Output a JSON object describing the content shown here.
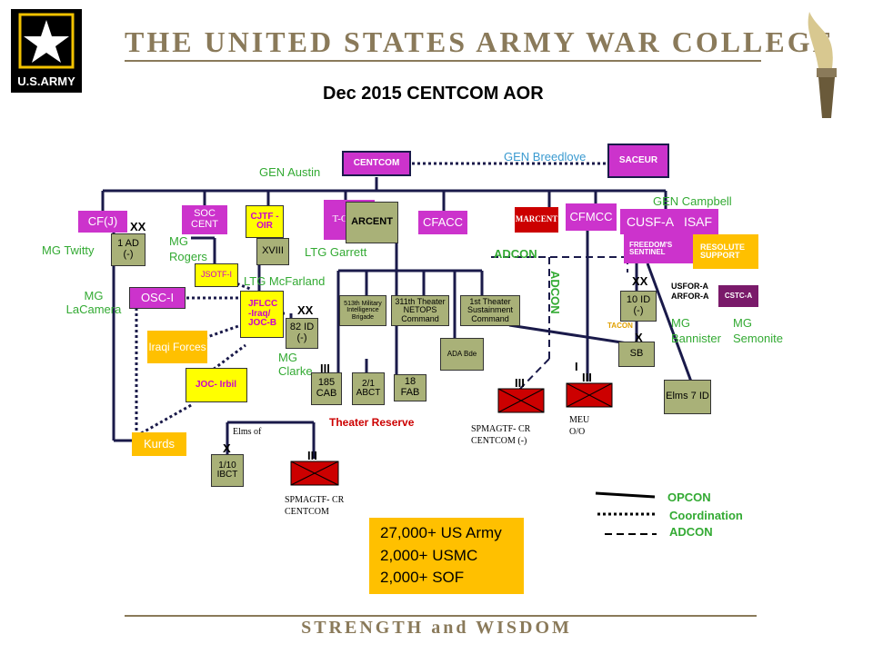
{
  "header": {
    "logo_text": "U.S.ARMY",
    "title": "THE UNITED STATES ARMY WAR COLLEGE",
    "footer": "STRENGTH and WISDOM"
  },
  "slide": {
    "title": "Dec 2015 CENTCOM AOR"
  },
  "units": {
    "centcom": "CENTCOM",
    "saceur": "SACEUR",
    "cfj": "CF(J)",
    "soccent": "SOC CENT",
    "cjtf": "CJTF -OIR",
    "tcflc": "T-CFLC",
    "arcent": "ARCENT",
    "cfacc": "CFACC",
    "marcent": "MARCENT",
    "cfmcc": "CFMCC",
    "cusfa": "CUSF-A",
    "isaf": "ISAF",
    "freedom": "FREEDOM'S SENTINEL",
    "resolute": "RESOLUTE SUPPORT",
    "ad1": "1 AD (-)",
    "xviii": "XVIII",
    "jsotf": "JSOTF-I",
    "osci": "OSC-I",
    "jflcc": "JFLCC -Iraq/ JOC-B",
    "id82": "82 ID (-)",
    "iraqi": "Iraqi Forces",
    "joc": "JOC- Irbil",
    "kurds": "Kurds",
    "mi513": "513th Military Intelligence Brigade",
    "netops": "311th Theater NETOPS Command",
    "sust": "1st Theater Sustainment Command",
    "ada": "ADA Bde",
    "cab": "185 CAB",
    "abct": "2/1 ABCT",
    "fab": "18 FAB",
    "id10": "10 ID (-)",
    "sb": "SB",
    "elms7": "Elms 7 ID",
    "ibct": "1/10 IBCT",
    "cstca": "CSTC-A"
  },
  "people": {
    "austin": "GEN Austin",
    "breedlove": "GEN Breedlove",
    "campbell": "GEN Campbell",
    "twitty": "MG Twitty",
    "rogers": "MG Rogers",
    "garrett": "LTG Garrett",
    "mcfarland": "LTG McFarland",
    "lacamera": "MG LaCamera",
    "clarke": "MG Clarke",
    "bannister": "MG Bannister",
    "semonite": "MG Semonite"
  },
  "echelons": {
    "xx": "XX",
    "x": "X",
    "iii": "III",
    "i": "I"
  },
  "annotations": {
    "adcon_h": "ADCON",
    "adcon_v": "ADCON",
    "tacon": "TACON",
    "usfor": "USFOR-A ARFOR-A",
    "theater_reserve": "Theater Reserve",
    "elms_of": "Elms of",
    "spmagtf1": "SPMAGTF- CR CENTCOM (-)",
    "spmagtf2": "SPMAGTF- CR CENTCOM",
    "meu": "MEU O/O"
  },
  "legend": {
    "opcon": "OPCON",
    "coordination": "Coordination",
    "adcon": "ADCON"
  },
  "summary": [
    "27,000+ US Army",
    "2,000+ USMC",
    "2,000+ SOF"
  ],
  "colors": {
    "magenta": "#cc33cc",
    "olive": "#a9b178",
    "yellow": "#ffff00",
    "orange": "#ffc000",
    "green": "#33aa33",
    "red": "#cc0000",
    "navy": "#1a1a4a"
  }
}
